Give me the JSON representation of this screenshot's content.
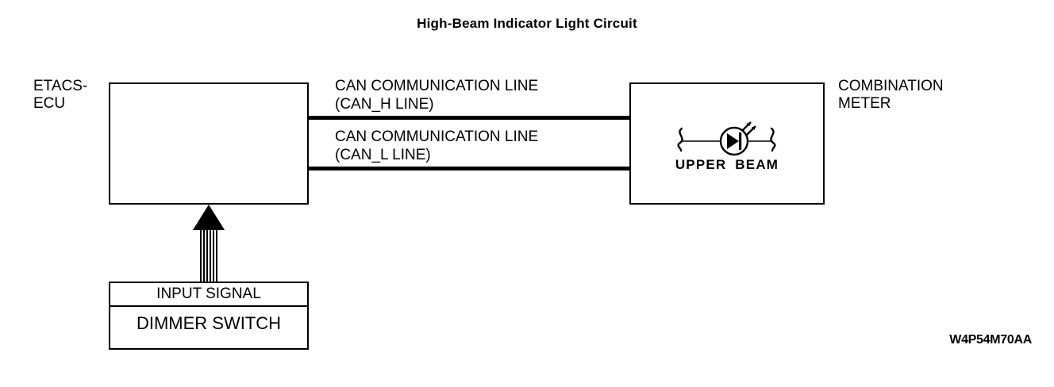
{
  "diagram": {
    "title": "High-Beam Indicator Light Circuit",
    "figure_id": "W4P54M70AA",
    "stroke_color": "#000000",
    "background_color": "#ffffff"
  },
  "blocks": {
    "etacs": {
      "label_line1": "ETACS-",
      "label_line2": "ECU"
    },
    "combination_meter": {
      "label_line1": "COMBINATION",
      "label_line2": "METER",
      "indicator_label": "UPPER  BEAM"
    },
    "dimmer": {
      "header": "INPUT SIGNAL",
      "name": "DIMMER SWITCH"
    }
  },
  "connections": {
    "can_h": {
      "line1": "CAN COMMUNICATION LINE",
      "line2": "(CAN_H LINE)"
    },
    "can_l": {
      "line1": "CAN COMMUNICATION LINE",
      "line2": "(CAN_L LINE)"
    }
  },
  "icons": {
    "signal_arrow": "up-arrow-striped-icon",
    "indicator_lamp": "led-lamp-icon"
  }
}
